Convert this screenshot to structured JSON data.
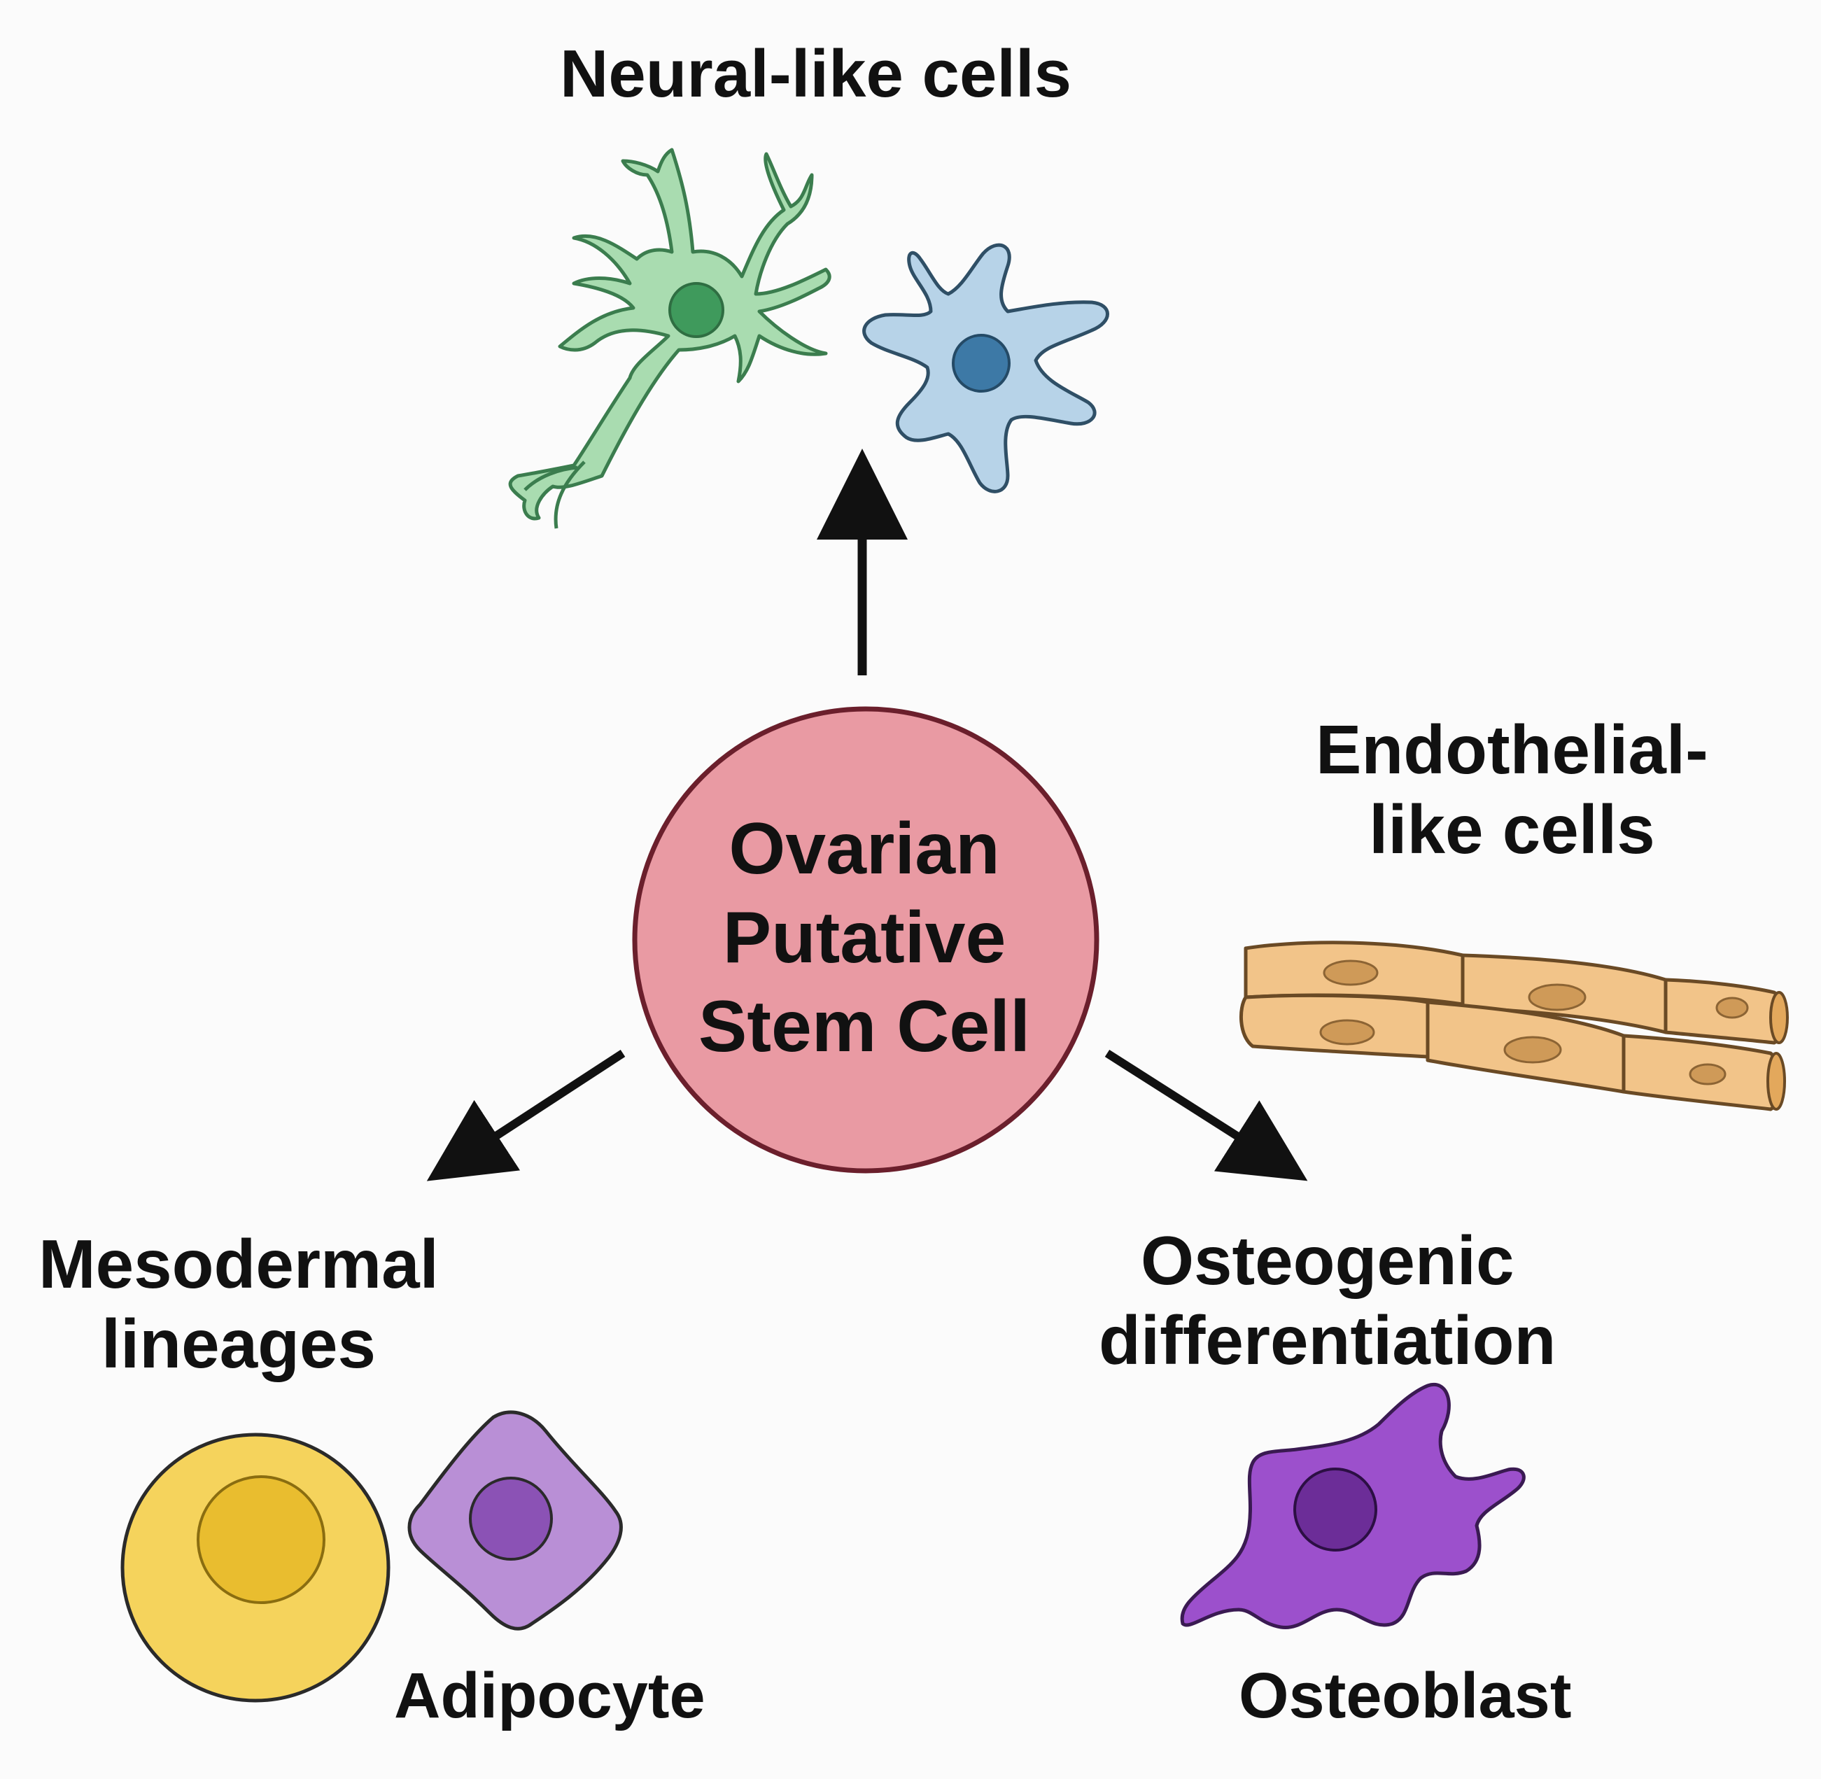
{
  "diagram": {
    "center_node": {
      "lines": [
        "Ovarian",
        "Putative",
        "Stem Cell"
      ],
      "fill": "#e99aa3",
      "stroke": "#6b1f2c"
    },
    "branches": {
      "neural": {
        "label": "Neural-like cells"
      },
      "endothelial": {
        "lines": [
          "Endothelial-",
          "like cells"
        ]
      },
      "mesodermal": {
        "lines": [
          "Mesodermal",
          "lineages"
        ],
        "cell_label": "Adipocyte"
      },
      "osteogenic": {
        "lines": [
          "Osteogenic",
          "differentiation"
        ],
        "cell_label": "Osteoblast"
      }
    },
    "colors": {
      "neuron_green": "#a9dcb0",
      "neuron_nucleus": "#3f9a5c",
      "glia_blue": "#b7d3e8",
      "glia_nucleus": "#3d79a6",
      "endothelial_tan": "#f2c489",
      "endothelial_nucleus": "#cf9a58",
      "adipocyte_yellow": "#f5d35c",
      "adipocyte_inner": "#e9bd2f",
      "mesenchymal_lilac": "#b98fd6",
      "mesenchymal_nucleus": "#8b52b5",
      "osteoblast_purple": "#9c50cc",
      "osteoblast_nucleus": "#6c2d98",
      "arrow": "#111111"
    }
  }
}
